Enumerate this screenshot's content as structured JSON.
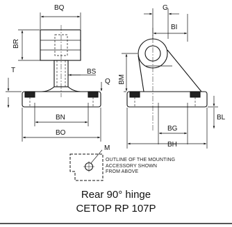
{
  "dimensions": {
    "bq": "BQ",
    "br": "BR",
    "t": "T",
    "bs": "BS",
    "q": "Q",
    "bn": "BN",
    "bo": "BO",
    "g": "G",
    "bi": "BI",
    "bm": "BM",
    "bl": "BL",
    "bg": "BG",
    "bh": "BH",
    "m": "M"
  },
  "note": {
    "line1": "OUTLINE OF THE MOUNTING",
    "line2": "ACCESSORY SHOWN",
    "line3": "FROM ABOVE"
  },
  "caption": {
    "title": "Rear 90° hinge",
    "standard": "CETOP RP 107P"
  },
  "colors": {
    "line": "#111111",
    "dim": "#222222",
    "divider": "#555555"
  }
}
